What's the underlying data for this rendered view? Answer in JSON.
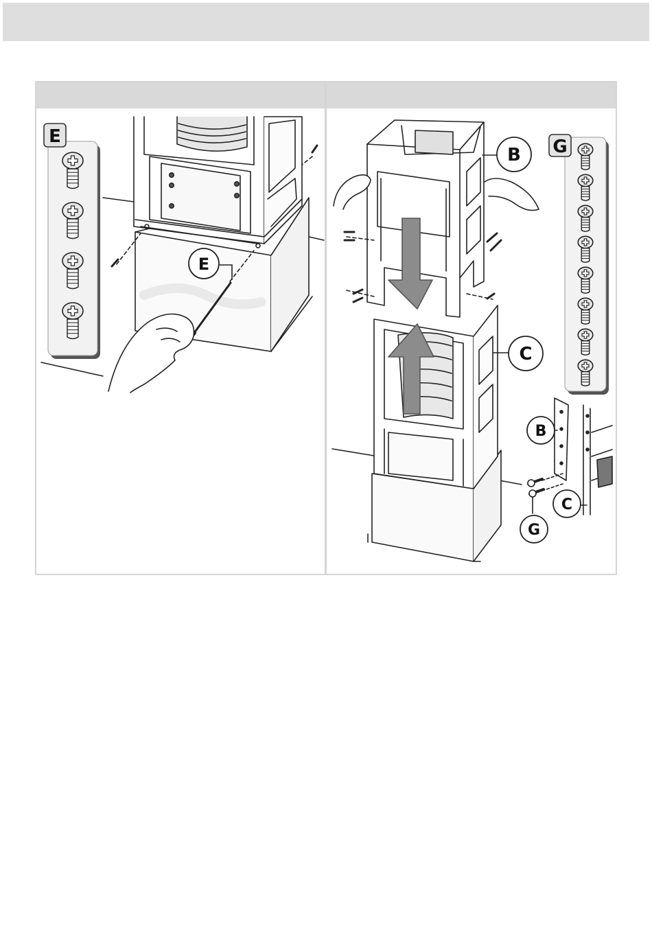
{
  "page": {
    "header_text": "",
    "step_left_title": "",
    "step_right_title": ""
  },
  "callouts": {
    "left_box_label": "E",
    "left_pointer_label": "E",
    "right_b_top": "B",
    "right_c_frame": "C",
    "right_box_label": "G",
    "detail_b": "B",
    "detail_c": "C",
    "detail_g": "G"
  },
  "screw_counts": {
    "left_box": 4,
    "right_box": 8
  },
  "colors": {
    "header_bar": "#dedede",
    "panel_header": "#d9d9d9",
    "border": "#d4d4d4",
    "arrow": "#8c8c8c",
    "line": "#222222"
  }
}
